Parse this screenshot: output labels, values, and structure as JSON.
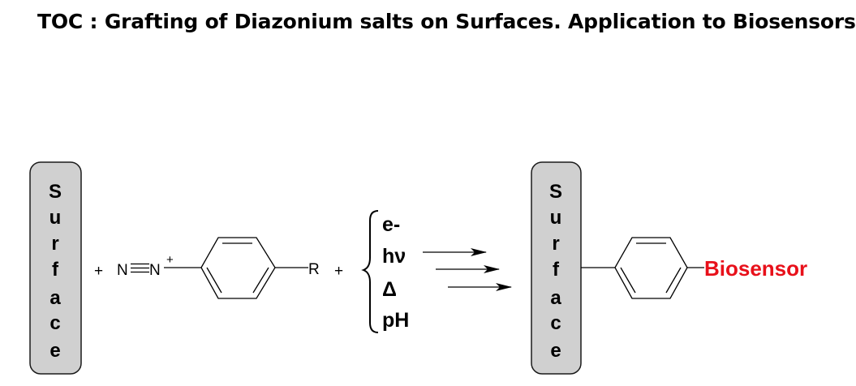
{
  "title": "TOC : Grafting of Diazonium salts on Surfaces. Application to Biosensors",
  "surface_letters": [
    "S",
    "u",
    "r",
    "f",
    "a",
    "c",
    "e"
  ],
  "reactant": {
    "plus1": "+",
    "diazonium_n1": "N",
    "diazonium_n2": "N",
    "charge": "+",
    "substituent": "R",
    "plus2": "+"
  },
  "conditions": [
    "e-",
    "hν",
    "Δ",
    "pH"
  ],
  "product_label": "Biosensor",
  "colors": {
    "surface_fill": "#d0d0d0",
    "surface_stroke": "#1a1a1a",
    "product_label": "#e8101a"
  }
}
